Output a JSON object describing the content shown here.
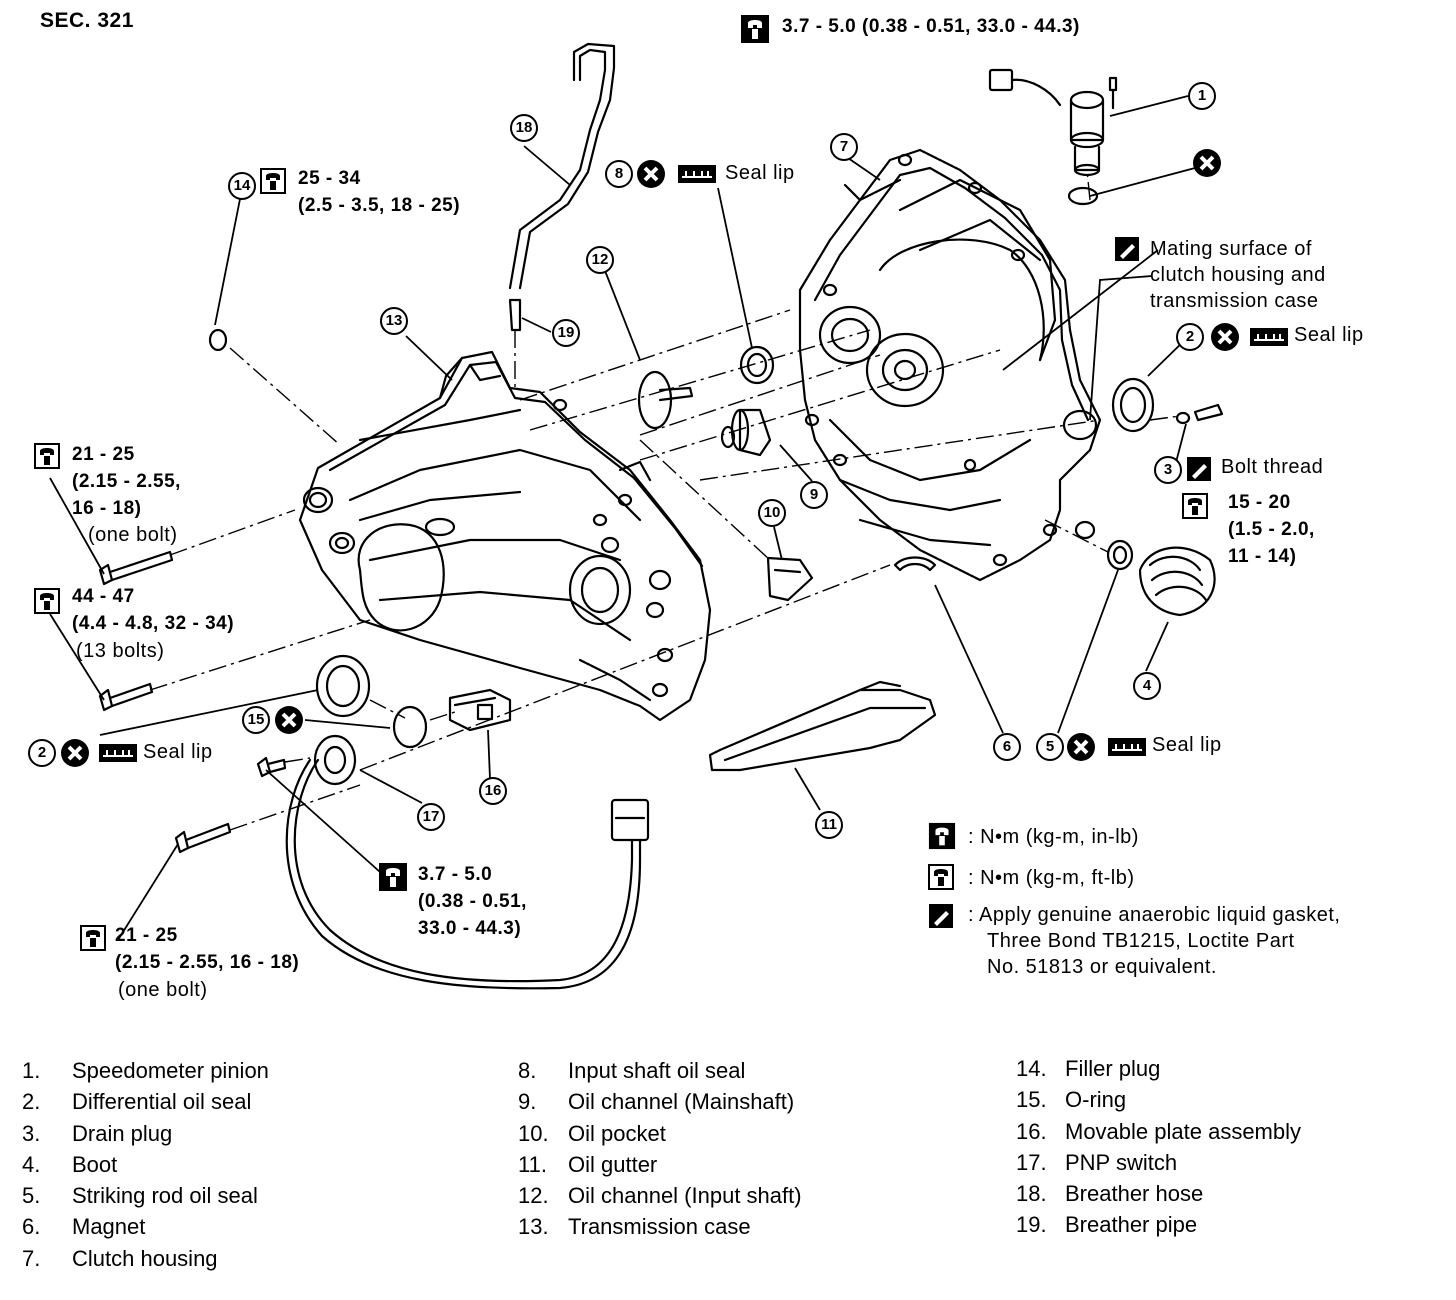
{
  "section": "SEC. 321",
  "torque_top": "3.7 - 5.0 (0.38 - 0.51, 33.0 - 44.3)",
  "callouts": {
    "c1": "1",
    "c2a": "2",
    "c2b": "2",
    "c3": "3",
    "c4": "4",
    "c5": "5",
    "c6": "6",
    "c7": "7",
    "c8": "8",
    "c9": "9",
    "c10": "10",
    "c11": "11",
    "c12": "12",
    "c13": "13",
    "c14": "14",
    "c15": "15",
    "c16": "16",
    "c17": "17",
    "c18": "18",
    "c19": "19"
  },
  "labels": {
    "seal_lip_8": "Seal lip",
    "mating_1": "Mating surface of",
    "mating_2": "clutch housing and",
    "mating_3": "transmission case",
    "seal_lip_2r": "Seal lip",
    "bolt_thread": "Bolt thread",
    "t3_1": "15 - 20",
    "t3_2": "(1.5 - 2.0,",
    "t3_3": "11 - 14)",
    "t14_1": "25 - 34",
    "t14_2": "(2.5 - 3.5, 18 - 25)",
    "tl1_1": "21 - 25",
    "tl1_2": "(2.15 - 2.55,",
    "tl1_3": "16 - 18)",
    "tl1_4": "(one bolt)",
    "tl2_1": "44 - 47",
    "tl2_2": "(4.4 - 4.8, 32 - 34)",
    "tl2_3": "(13 bolts)",
    "seal_lip_2l": "Seal lip",
    "seal_lip_5": "Seal lip",
    "tm_1": "3.7 - 5.0",
    "tm_2": "(0.38 - 0.51,",
    "tm_3": "33.0 - 44.3)",
    "tb_1": "21 - 25",
    "tb_2": "(2.15 - 2.55, 16 - 18)",
    "tb_3": "(one bolt)"
  },
  "key": {
    "inlb": ":  N•m (kg-m, in-lb)",
    "ftlb": ":  N•m (kg-m, ft-lb)",
    "gasket_1": ":  Apply genuine anaerobic liquid gasket,",
    "gasket_2": "Three Bond TB1215, Loctite Part",
    "gasket_3": "No. 51813 or equivalent."
  },
  "parts": [
    {
      "num": "1.",
      "name": "Speedometer pinion"
    },
    {
      "num": "2.",
      "name": "Differential oil seal"
    },
    {
      "num": "3.",
      "name": "Drain plug"
    },
    {
      "num": "4.",
      "name": "Boot"
    },
    {
      "num": "5.",
      "name": "Striking rod oil seal"
    },
    {
      "num": "6.",
      "name": "Magnet"
    },
    {
      "num": "7.",
      "name": "Clutch housing"
    },
    {
      "num": "8.",
      "name": "Input shaft oil seal"
    },
    {
      "num": "9.",
      "name": "Oil channel (Mainshaft)"
    },
    {
      "num": "10.",
      "name": "Oil pocket"
    },
    {
      "num": "11.",
      "name": "Oil gutter"
    },
    {
      "num": "12.",
      "name": "Oil channel (Input shaft)"
    },
    {
      "num": "13.",
      "name": "Transmission case"
    },
    {
      "num": "14.",
      "name": "Filler plug"
    },
    {
      "num": "15.",
      "name": "O-ring"
    },
    {
      "num": "16.",
      "name": "Movable plate assembly"
    },
    {
      "num": "17.",
      "name": "PNP switch"
    },
    {
      "num": "18.",
      "name": "Breather hose"
    },
    {
      "num": "19.",
      "name": "Breather pipe"
    }
  ]
}
